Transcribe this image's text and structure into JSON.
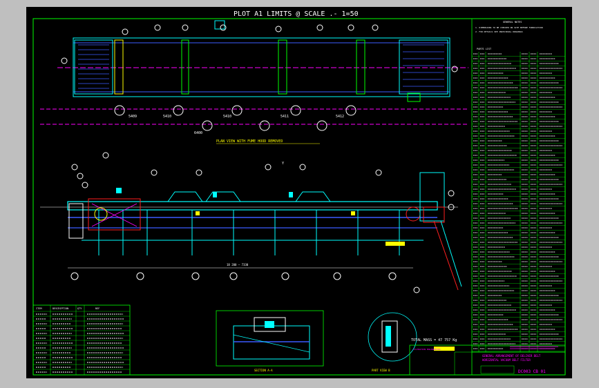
{
  "header": {
    "title": "PLOT A1  LIMITS @ SCALE .- 1=50"
  },
  "plan": {
    "caption": "PLAN VIEW WITH FUME HOOD REMOVED",
    "stations": [
      "5409",
      "5410",
      "5410",
      "5411",
      "5412"
    ],
    "label_6400": "6400"
  },
  "side": {
    "span_label": "18 200 — 7330",
    "view_arrow": "Y"
  },
  "section": {
    "caption": "SECTION A-A",
    "view_caption": "PART VIEW B"
  },
  "total_mass": "TOTAL MASS = 47 757 Kg",
  "notes_title": "GENERAL NOTES",
  "notes": [
    "1. DIMENSIONS TO BE CHECKED ON SITE BEFORE FABRICATION",
    "2. FOR DETAILS SEE INDIVIDUAL DRAWINGS"
  ],
  "parts_title": "PARTS LIST",
  "mini_table": {
    "headers": [
      "ITEM",
      "DESCRIPTION",
      "QTY",
      "REF"
    ]
  },
  "title_block": {
    "line1": "GENERAL ARRANGEMENT OF DELIVER BELT",
    "line2": "HORIZONTAL VACUUM BELT FILTER",
    "drawing_no": "DC003 CB 01",
    "company": "FILTRATION ENGINEERING"
  },
  "colors": {
    "frame": "#00ff00",
    "structure": "#00ffff",
    "center": "#ff00ff",
    "hidden": "#3b5bff",
    "text": "#ffffff",
    "accent": "#ffff00",
    "red": "#ff2020"
  }
}
